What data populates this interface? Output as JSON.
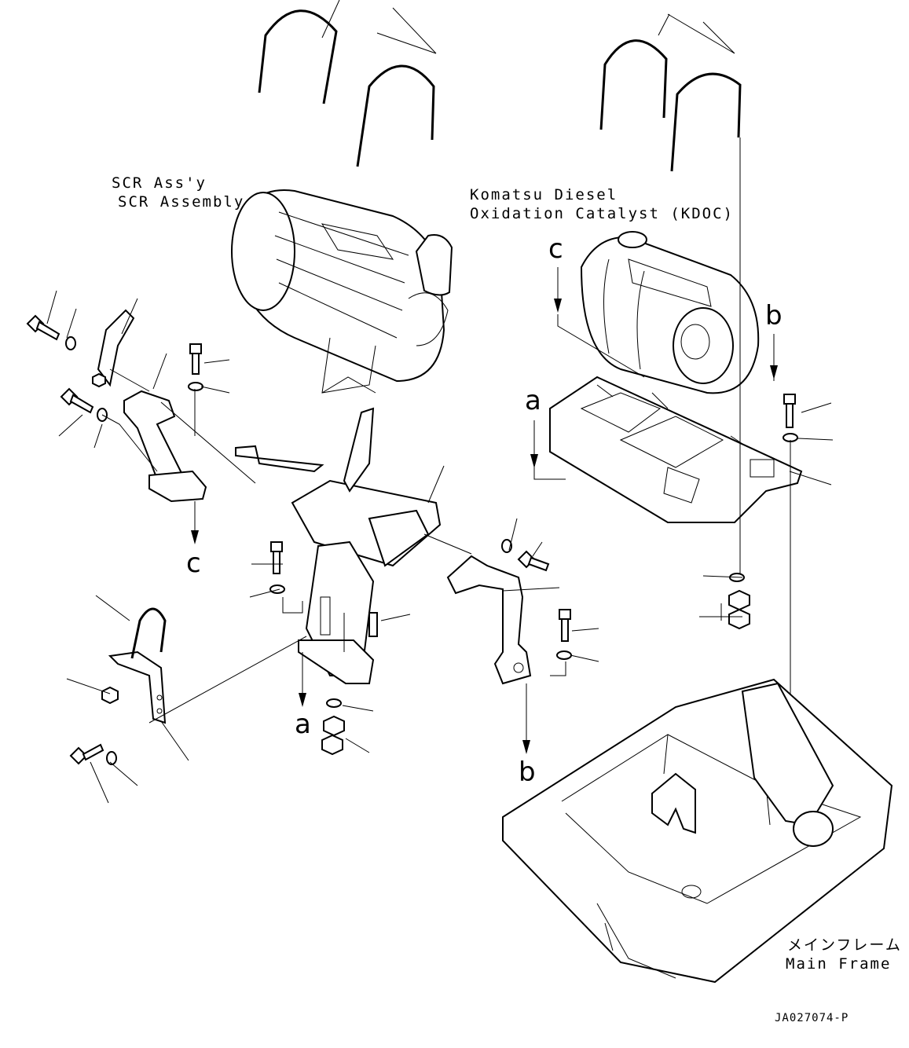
{
  "labels": {
    "scr_ja": "SCR Ass'y",
    "scr_en": "SCR Assembly",
    "kdoc_line1": "Komatsu Diesel",
    "kdoc_line2": "Oxidation Catalyst (KDOC)",
    "frame_ja": "メインフレーム",
    "frame_en": "Main Frame",
    "drawing_code": "JA027074-P"
  },
  "ref_letters": {
    "a": "a",
    "b": "b",
    "c": "c"
  },
  "icons": [
    "u-bolt-icon",
    "bolt-icon",
    "washer-icon",
    "nut-icon",
    "arrow-down-icon"
  ]
}
